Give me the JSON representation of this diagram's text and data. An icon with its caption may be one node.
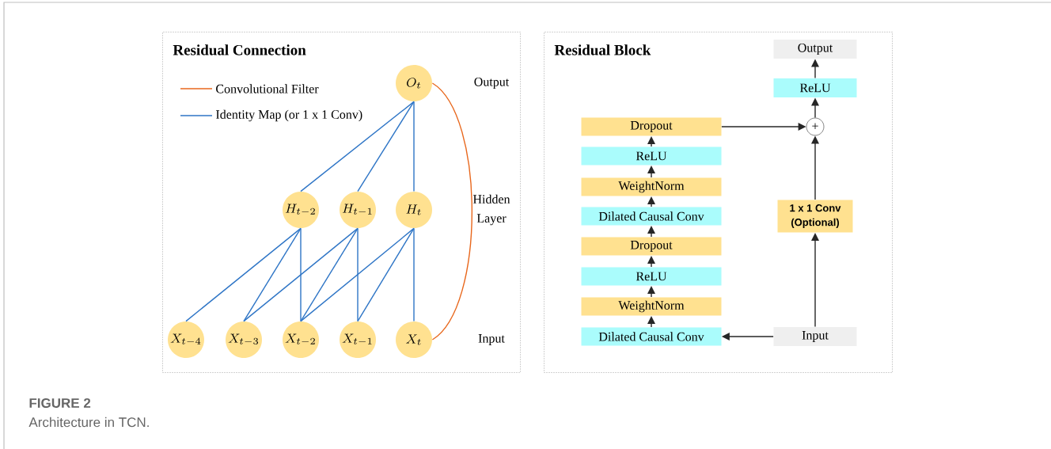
{
  "diagram": {
    "title": "FIGURE 2",
    "caption": "Architecture in TCN.",
    "nodes": [
      {
        "text": [
          "Residual Connection"
        ]
      },
      {
        "text": [
          "O_{t}"
        ],
        "in": 0
      },
      {
        "text": [
          "H_{t-2}"
        ],
        "in": 0
      },
      {
        "text": [
          "H_{t-1}"
        ],
        "in": 0
      },
      {
        "text": [
          "H_{t}"
        ],
        "in": 0
      },
      {
        "text": [
          "X_{t-4}"
        ],
        "in": 0
      },
      {
        "text": [
          "X_{t-3}"
        ],
        "in": 0
      },
      {
        "text": [
          "X_{t-2}"
        ],
        "in": 0
      },
      {
        "text": [
          "X_{t-1}"
        ],
        "in": 0
      },
      {
        "text": [
          "X_{t}"
        ],
        "in": 0
      },
      {
        "text": [
          "Residual Block"
        ]
      },
      {
        "text": [
          "Output"
        ],
        "in": 10
      },
      {
        "text": [
          "ReLU"
        ],
        "in": 10
      },
      {
        "text": [
          "+"
        ],
        "in": 10
      },
      {
        "text": [
          "Dropout"
        ],
        "in": 10
      },
      {
        "text": [
          "ReLU"
        ],
        "in": 10
      },
      {
        "text": [
          "WeightNorm"
        ],
        "in": 10
      },
      {
        "text": [
          "Dilated Causal Conv"
        ],
        "in": 10
      },
      {
        "text": [
          "Dropout"
        ],
        "in": 10
      },
      {
        "text": [
          "ReLU"
        ],
        "in": 10
      },
      {
        "text": [
          "WeightNorm"
        ],
        "in": 10
      },
      {
        "text": [
          "Dilated Causal Conv"
        ],
        "in": 10
      },
      {
        "text": [
          "1 x 1 Conv (Optional)"
        ],
        "in": 10
      },
      {
        "text": [
          "Input"
        ],
        "in": 10
      }
    ],
    "edges": [
      {
        "from": 1,
        "to": 2,
        "arrow": "none",
        "color": "#2e75c6"
      },
      {
        "from": 1,
        "to": 3,
        "arrow": "none",
        "color": "#2e75c6"
      },
      {
        "from": 1,
        "to": 4,
        "arrow": "none",
        "color": "#2e75c6"
      },
      {
        "from": 2,
        "to": 5,
        "arrow": "none",
        "color": "#2e75c6"
      },
      {
        "from": 2,
        "to": 6,
        "arrow": "none",
        "color": "#2e75c6"
      },
      {
        "from": 2,
        "to": 7,
        "arrow": "none",
        "color": "#2e75c6"
      },
      {
        "from": 3,
        "to": 6,
        "arrow": "none",
        "color": "#2e75c6"
      },
      {
        "from": 3,
        "to": 7,
        "arrow": "none",
        "color": "#2e75c6"
      },
      {
        "from": 3,
        "to": 8,
        "arrow": "none",
        "color": "#2e75c6"
      },
      {
        "from": 4,
        "to": 7,
        "arrow": "none",
        "color": "#2e75c6"
      },
      {
        "from": 4,
        "to": 8,
        "arrow": "none",
        "color": "#2e75c6"
      },
      {
        "from": 4,
        "to": 9,
        "arrow": "none",
        "color": "#2e75c6"
      },
      {
        "from": 1,
        "to": 9,
        "arrow": "none",
        "color": "#e8671c"
      },
      {
        "from": 23,
        "to": 21,
        "arrow": "to"
      },
      {
        "from": 21,
        "to": 20,
        "arrow": "to"
      },
      {
        "from": 20,
        "to": 19,
        "arrow": "to"
      },
      {
        "from": 19,
        "to": 18,
        "arrow": "to"
      },
      {
        "from": 18,
        "to": 17,
        "arrow": "to"
      },
      {
        "from": 17,
        "to": 16,
        "arrow": "to"
      },
      {
        "from": 16,
        "to": 15,
        "arrow": "to"
      },
      {
        "from": 15,
        "to": 14,
        "arrow": "to"
      },
      {
        "from": 14,
        "to": 13,
        "arrow": "to"
      },
      {
        "from": 23,
        "to": 22,
        "arrow": "to"
      },
      {
        "from": 22,
        "to": 13,
        "arrow": "to"
      },
      {
        "from": 13,
        "to": 12,
        "arrow": "to"
      },
      {
        "from": 12,
        "to": 11,
        "arrow": "to"
      }
    ],
    "labels": [
      "Output",
      "Hidden Layer",
      "Input"
    ],
    "legend": [
      {
        "text": "Convolutional Filter"
      },
      {
        "text": "Identity Map (or 1 x 1 Conv)"
      }
    ]
  }
}
